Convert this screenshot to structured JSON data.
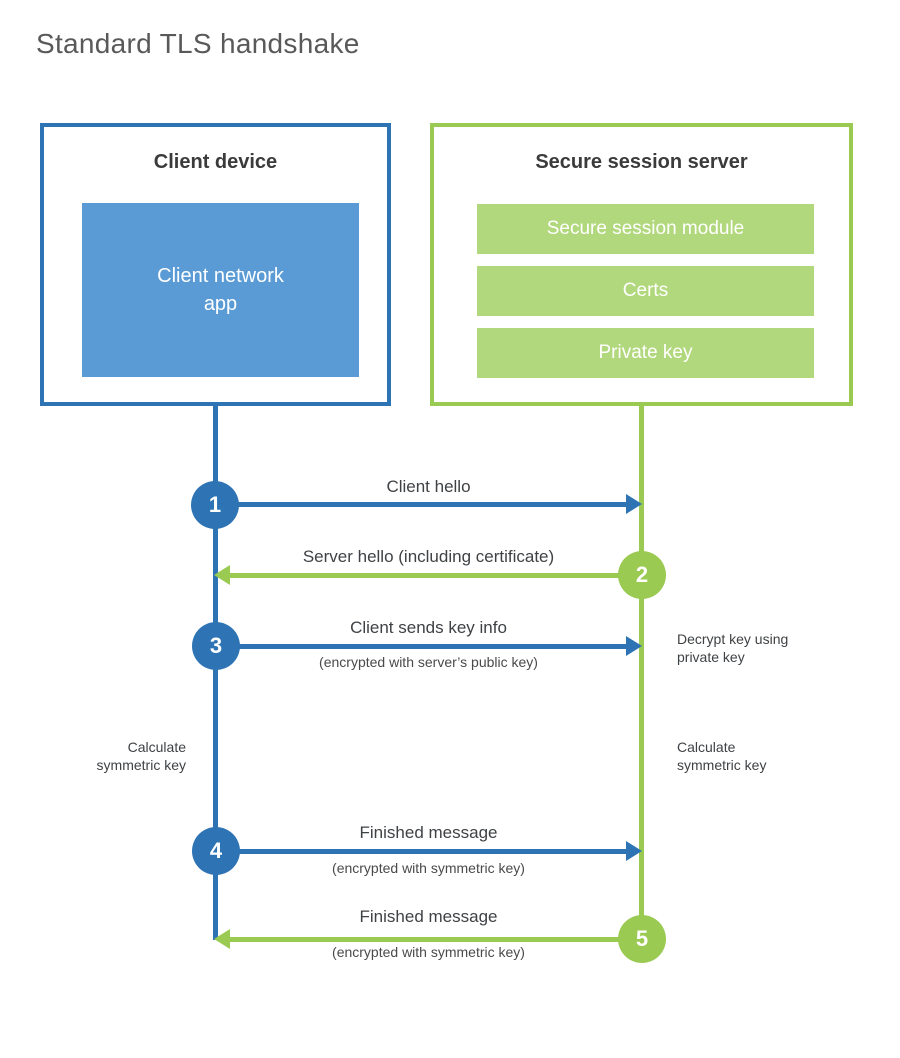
{
  "page": {
    "title": "Standard TLS handshake"
  },
  "colors": {
    "client_blue": "#2e74b5",
    "client_fill_blue": "#5b9bd5",
    "server_green": "#9aca51",
    "server_fill_green": "#b2d87d",
    "title_gray": "#595959",
    "text_dark": "#3f4245"
  },
  "client": {
    "title": "Client device",
    "app_label": "Client network\napp"
  },
  "server": {
    "title": "Secure session server",
    "modules": [
      "Secure session module",
      "Certs",
      "Private key"
    ]
  },
  "messages": [
    {
      "step": "1",
      "from": "client",
      "to": "server",
      "label": "Client hello",
      "sublabel": ""
    },
    {
      "step": "2",
      "from": "server",
      "to": "client",
      "label": "Server hello (including certificate)",
      "sublabel": ""
    },
    {
      "step": "3",
      "from": "client",
      "to": "server",
      "label": "Client sends key info",
      "sublabel": "(encrypted with server’s public key)"
    },
    {
      "step": "4",
      "from": "client",
      "to": "server",
      "label": "Finished message",
      "sublabel": "(encrypted with symmetric key)"
    },
    {
      "step": "5",
      "from": "server",
      "to": "client",
      "label": "Finished message",
      "sublabel": "(encrypted with symmetric key)"
    }
  ],
  "notes": {
    "decrypt": "Decrypt key using\nprivate key",
    "calculate_left": "Calculate\nsymmetric key",
    "calculate_right": "Calculate\nsymmetric key"
  }
}
